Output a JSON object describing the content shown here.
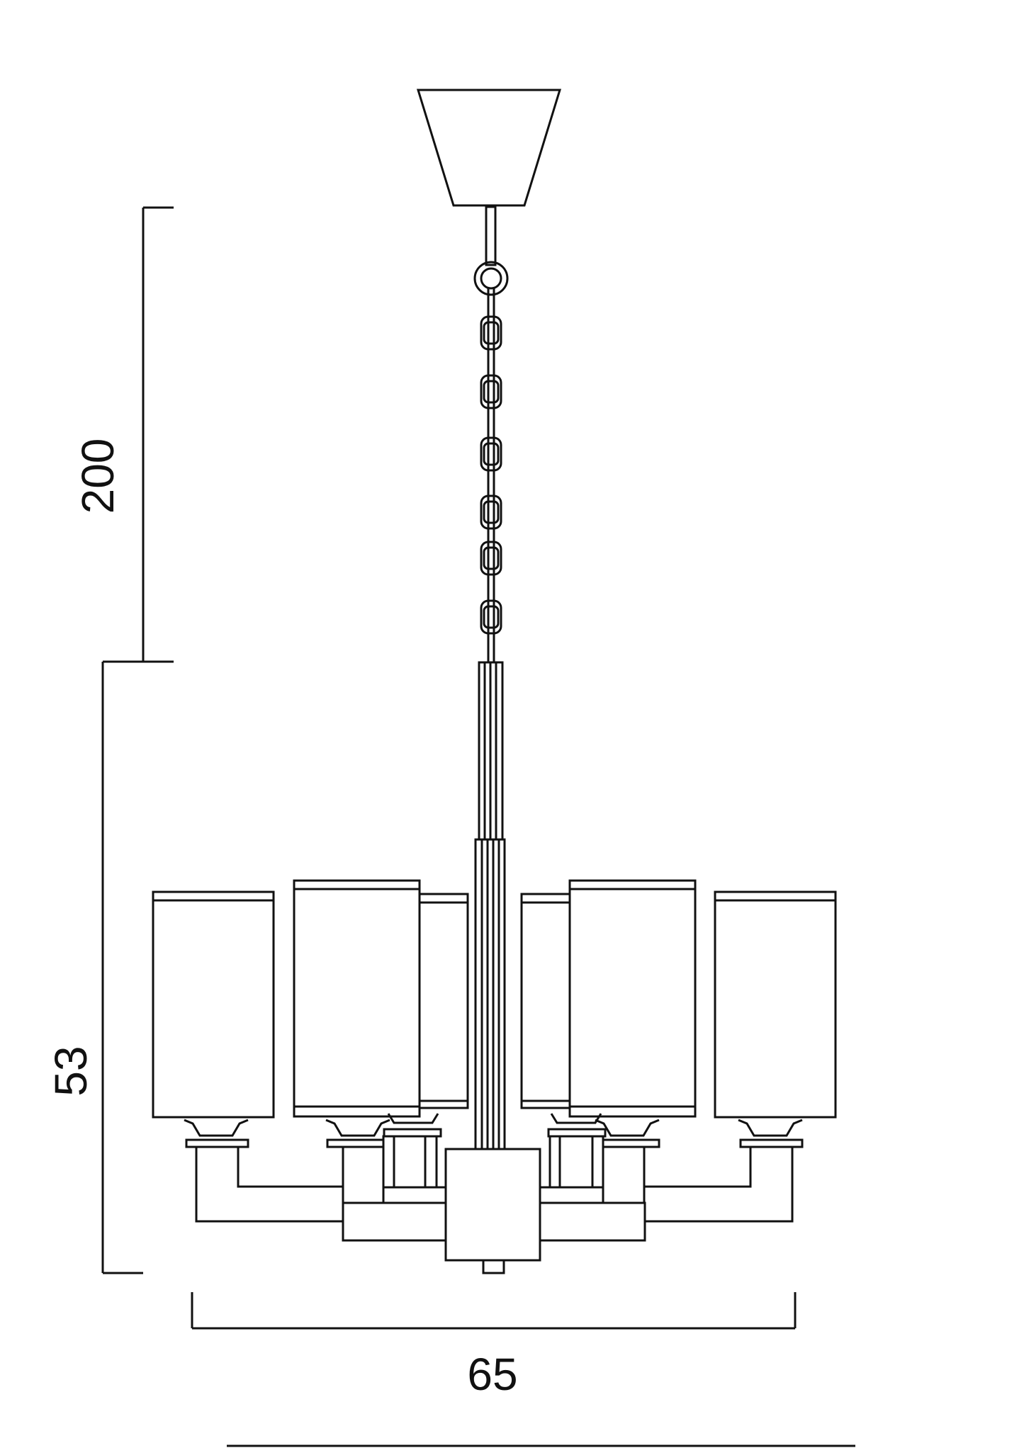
{
  "dimensions": {
    "chain_length": "200",
    "body_height": "53",
    "width": "65"
  },
  "colors": {
    "line": "#111111",
    "background": "#ffffff"
  }
}
